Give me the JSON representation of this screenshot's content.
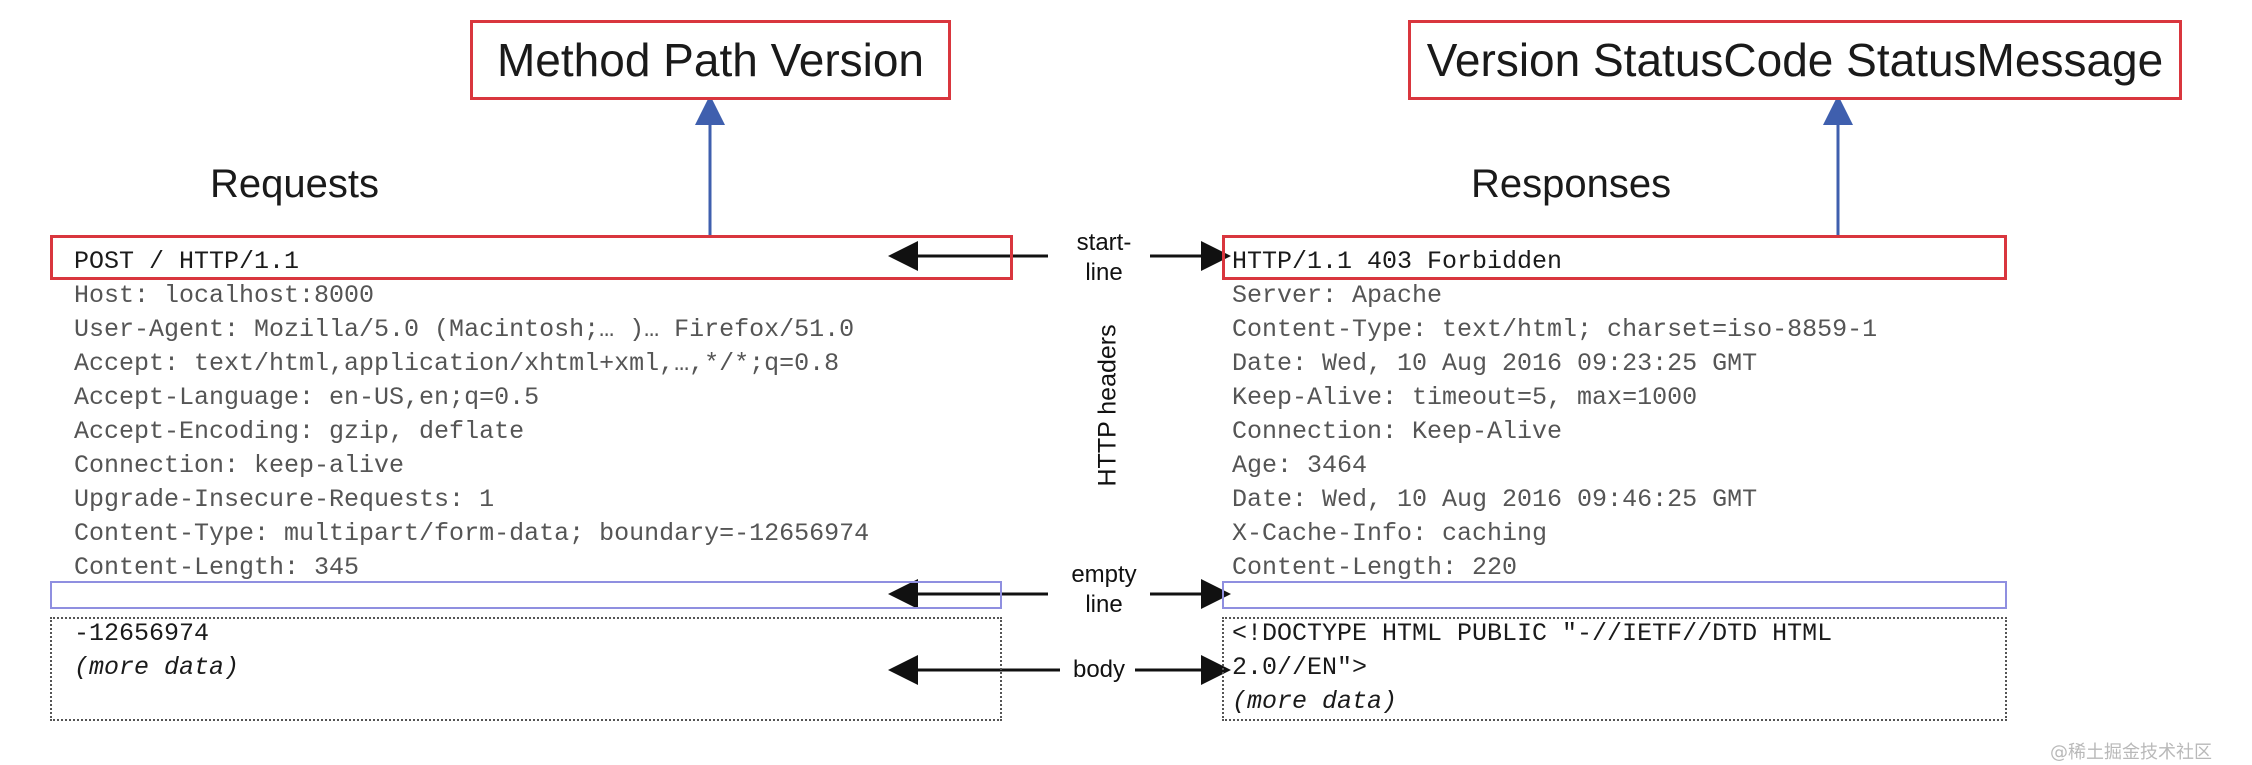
{
  "callouts": {
    "request_start_line_format": "Method Path Version",
    "response_start_line_format": "Version StatusCode StatusMessage"
  },
  "titles": {
    "requests": "Requests",
    "responses": "Responses"
  },
  "labels": {
    "start_line_1": "start-",
    "start_line_2": "line",
    "http_headers": "HTTP headers",
    "empty_line_1": "empty",
    "empty_line_2": "line",
    "body": "body"
  },
  "request": {
    "start_line": "POST / HTTP/1.1",
    "headers": [
      "Host: localhost:8000",
      "User-Agent: Mozilla/5.0 (Macintosh;… )… Firefox/51.0",
      "Accept: text/html,application/xhtml+xml,…,*/*;q=0.8",
      "Accept-Language: en-US,en;q=0.5",
      "Accept-Encoding: gzip, deflate",
      "Connection: keep-alive",
      "Upgrade-Insecure-Requests: 1",
      "Content-Type: multipart/form-data; boundary=-12656974",
      "Content-Length: 345"
    ],
    "body": [
      "-12656974",
      "(more data)"
    ]
  },
  "response": {
    "start_line": "HTTP/1.1 403 Forbidden",
    "headers": [
      "Server: Apache",
      "Content-Type: text/html; charset=iso-8859-1",
      "Date: Wed, 10 Aug 2016 09:23:25 GMT",
      "Keep-Alive: timeout=5, max=1000",
      "Connection: Keep-Alive",
      "Age: 3464",
      "Date: Wed, 10 Aug 2016 09:46:25 GMT",
      "X-Cache-Info: caching",
      "Content-Length: 220"
    ],
    "body": [
      "<!DOCTYPE HTML PUBLIC \"-//IETF//DTD HTML",
      "2.0//EN\">",
      "(more data)"
    ]
  },
  "watermark": "@稀土掘金技术社区",
  "colors": {
    "callout_border": "#d9363e",
    "arrow_blue": "#3f5fae",
    "empty_line_border": "#8f8fe0",
    "header_text": "#555555"
  }
}
